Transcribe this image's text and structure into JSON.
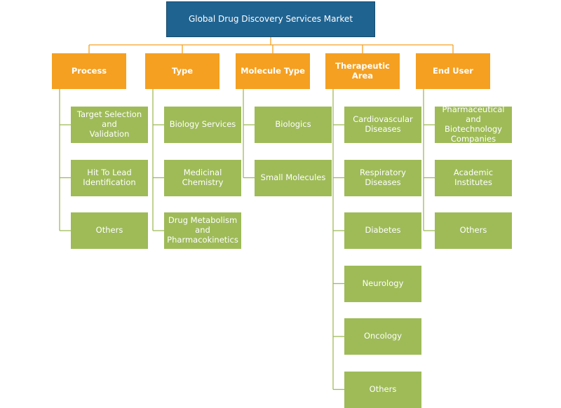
{
  "title": "Global Drug Discovery Services Market",
  "colors": {
    "root": "#1f6391",
    "category": "#f5a020",
    "leaf": "#9ebb58",
    "connector_top": "#f5a020",
    "connector_branch": "#9ebb58"
  },
  "categories": [
    {
      "label": "Process",
      "items": [
        "Target Selection and\nValidation",
        "Hit To Lead\nIdentification",
        "Others"
      ]
    },
    {
      "label": "Type",
      "items": [
        "Biology Services",
        "Medicinal Chemistry",
        "Drug Metabolism\nand\nPharmacokinetics"
      ]
    },
    {
      "label": "Molecule Type",
      "items": [
        "Biologics",
        "Small Molecules"
      ]
    },
    {
      "label": "Therapeutic Area",
      "items": [
        "Cardiovascular\nDiseases",
        "Respiratory Diseases",
        "Diabetes",
        "Neurology",
        "Oncology",
        "Others"
      ]
    },
    {
      "label": "End User",
      "items": [
        "Pharmaceutical\nand Biotechnology\nCompanies",
        "Academic\nInstitutes",
        "Others"
      ]
    }
  ]
}
